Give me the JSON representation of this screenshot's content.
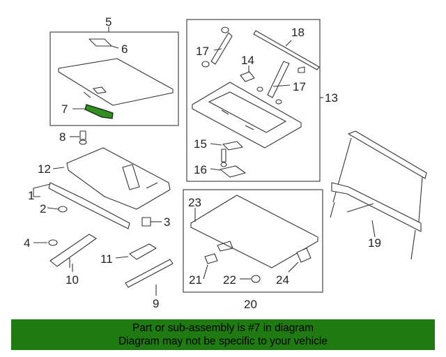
{
  "diagram": {
    "callouts": [
      "1",
      "2",
      "3",
      "4",
      "5",
      "6",
      "7",
      "8",
      "9",
      "10",
      "11",
      "12",
      "13",
      "14",
      "15",
      "16",
      "17",
      "17",
      "18",
      "19",
      "20",
      "21",
      "22",
      "23",
      "24"
    ],
    "highlight_color": "#2f8f1f"
  },
  "banner": {
    "line1": "Part or sub-assembly is #7 in diagram",
    "line2": "Diagram may not be specific to your vehicle",
    "color": "#1f7a12"
  }
}
